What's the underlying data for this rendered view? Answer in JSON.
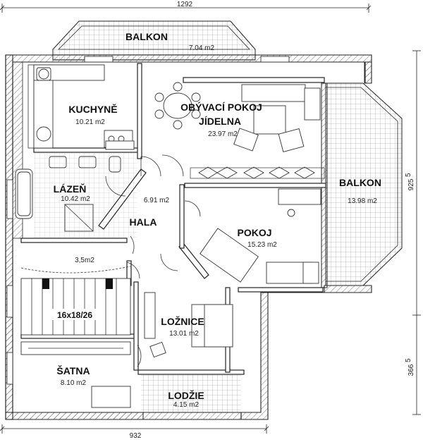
{
  "dimensions": {
    "top": "1292",
    "bottom": "932",
    "right_upper": "925",
    "right_upper_sup": "5",
    "right_lower": "366",
    "right_lower_sup": "5"
  },
  "rooms": {
    "balkon_top": {
      "name": "BALKON",
      "area": "7.04 m2"
    },
    "kuchyne": {
      "name": "KUCHYNĚ",
      "area": "10.21 m2"
    },
    "obyvaci": {
      "name": "OBÝVACÍ POKOJ",
      "name2": "JÍDELNA",
      "area": "23.97 m2"
    },
    "lazen": {
      "name": "LÁZEŇ",
      "area": "10.42 m2"
    },
    "hala": {
      "name": "HALA",
      "area": "6.91 m2"
    },
    "balkon_right": {
      "name": "BALKON",
      "area": "13.98 m2"
    },
    "pokoj": {
      "name": "POKOJ",
      "area": "15.23 m2"
    },
    "chodba": {
      "area": "3,5m2"
    },
    "schody": {
      "name": "16x18/26"
    },
    "loznice": {
      "name": "LOŽNICE",
      "area": "13.01 m2"
    },
    "satna": {
      "name": "ŠATNA",
      "area": "8.10 m2"
    },
    "lodzie": {
      "name": "LODŽIE",
      "area": "4.15 m2"
    }
  },
  "colors": {
    "wall": "#222222",
    "hatch": "#555555",
    "tile": "#8a8a8a"
  }
}
